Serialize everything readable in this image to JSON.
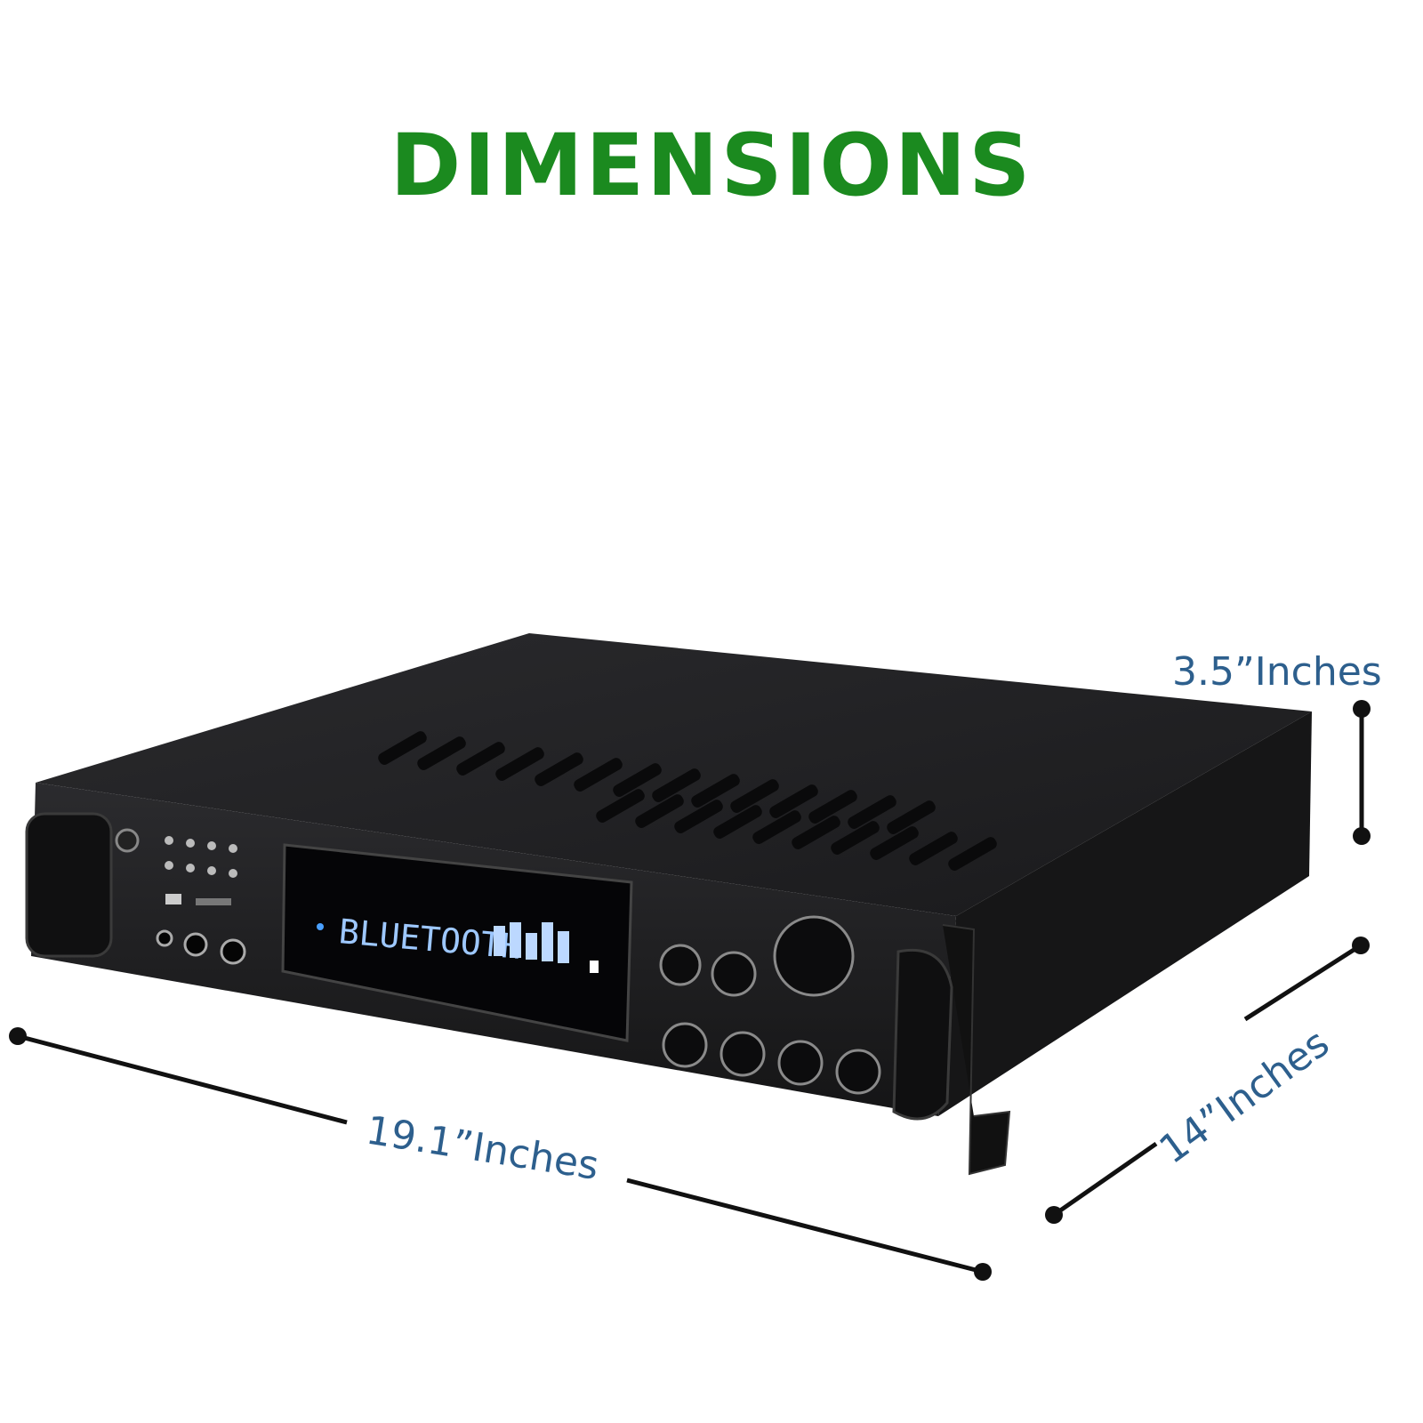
{
  "title": "DIMENSIONS",
  "display": {
    "text": "BLUETOOTH"
  },
  "dimensions": {
    "width": "19.1”Inches",
    "height": "3.5”Inches",
    "depth": "14”Inches"
  },
  "colors": {
    "title": "#1b8a1f",
    "dimension_text": "#2d5f8d",
    "display_text": "#9ec8ff",
    "chassis": "#1c1c1e"
  }
}
